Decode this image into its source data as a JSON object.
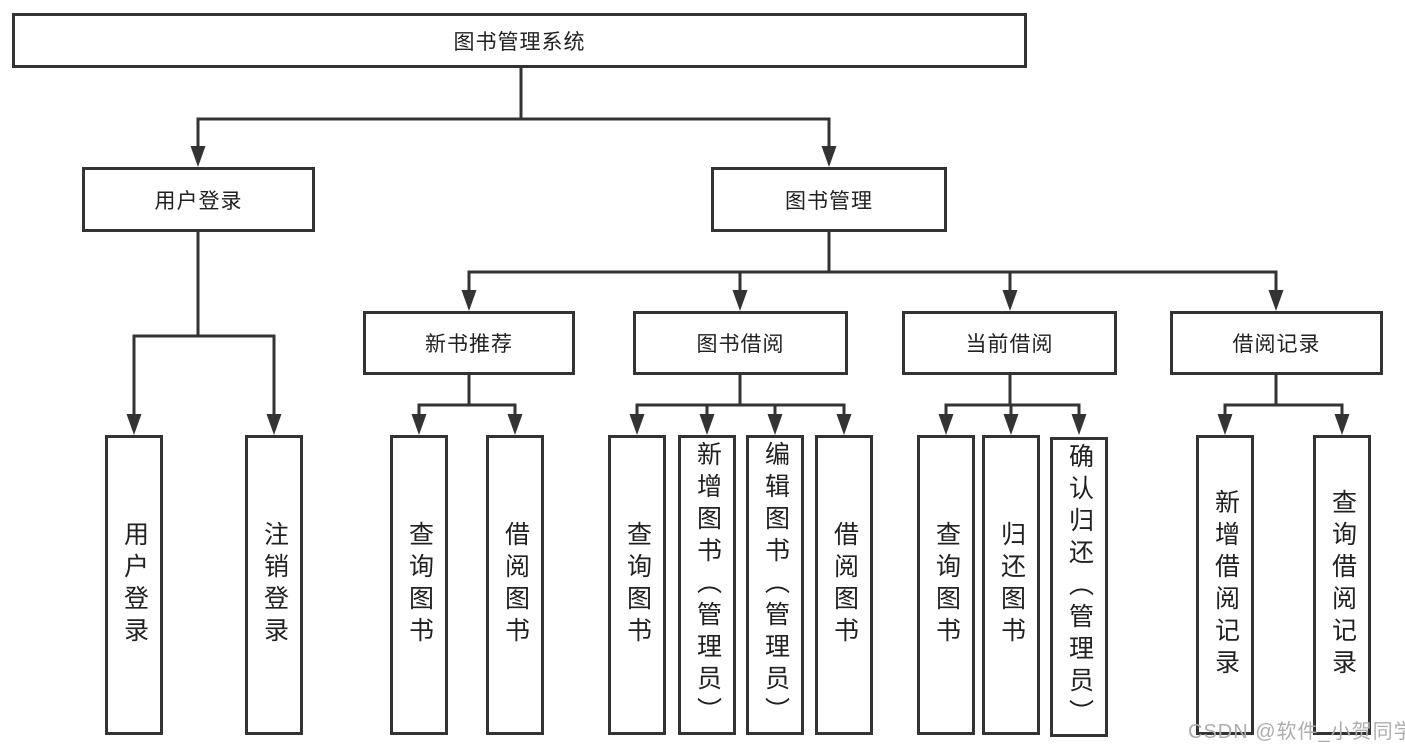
{
  "diagram_title": "图书管理系统",
  "colors": {
    "line": "#333333",
    "text": "#212121",
    "watermark": "#aeaeae",
    "background": "#ffffff"
  },
  "nodes": {
    "root": "图书管理系统",
    "level2": [
      "用户登录",
      "图书管理"
    ],
    "level3": [
      "新书推荐",
      "图书借阅",
      "当前借阅",
      "借阅记录"
    ],
    "leaves": [
      "用户登录",
      "注销登录",
      "查询图书",
      "借阅图书",
      "查询图书",
      "新增图书（管理员）",
      "编辑图书（管理员）",
      "借阅图书",
      "查询图书",
      "归还图书",
      "确认归还（管理员）",
      "新增借阅记录",
      "查询借阅记录"
    ]
  },
  "watermark": "CSDN @软件_小贺同学"
}
